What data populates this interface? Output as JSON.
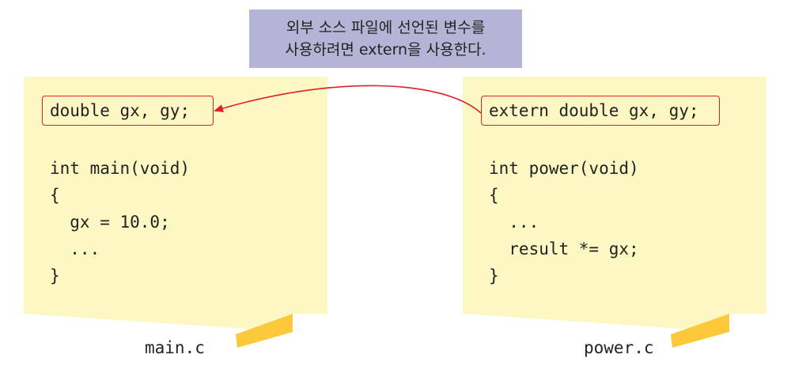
{
  "callout": {
    "line1": "외부 소스 파일에 선언된 변수를",
    "line2": "사용하려면 extern을 사용한다."
  },
  "left_file": {
    "declaration": "double gx, gy;",
    "lines": [
      "int main(void)",
      "{",
      "  gx = 10.0;",
      "  ...",
      "}"
    ],
    "filename": "main.c"
  },
  "right_file": {
    "declaration": "extern double gx, gy;",
    "lines": [
      "int power(void)",
      "{",
      "  ...",
      "  result *= gx;",
      "}"
    ],
    "filename": "power.c"
  },
  "colors": {
    "note_fill": "#fdf7c3",
    "note_fold": "#fcc93a",
    "callout_fill": "#b5b3d6",
    "highlight": "#e02028"
  },
  "icons": {
    "arrow": "arrow-left"
  }
}
